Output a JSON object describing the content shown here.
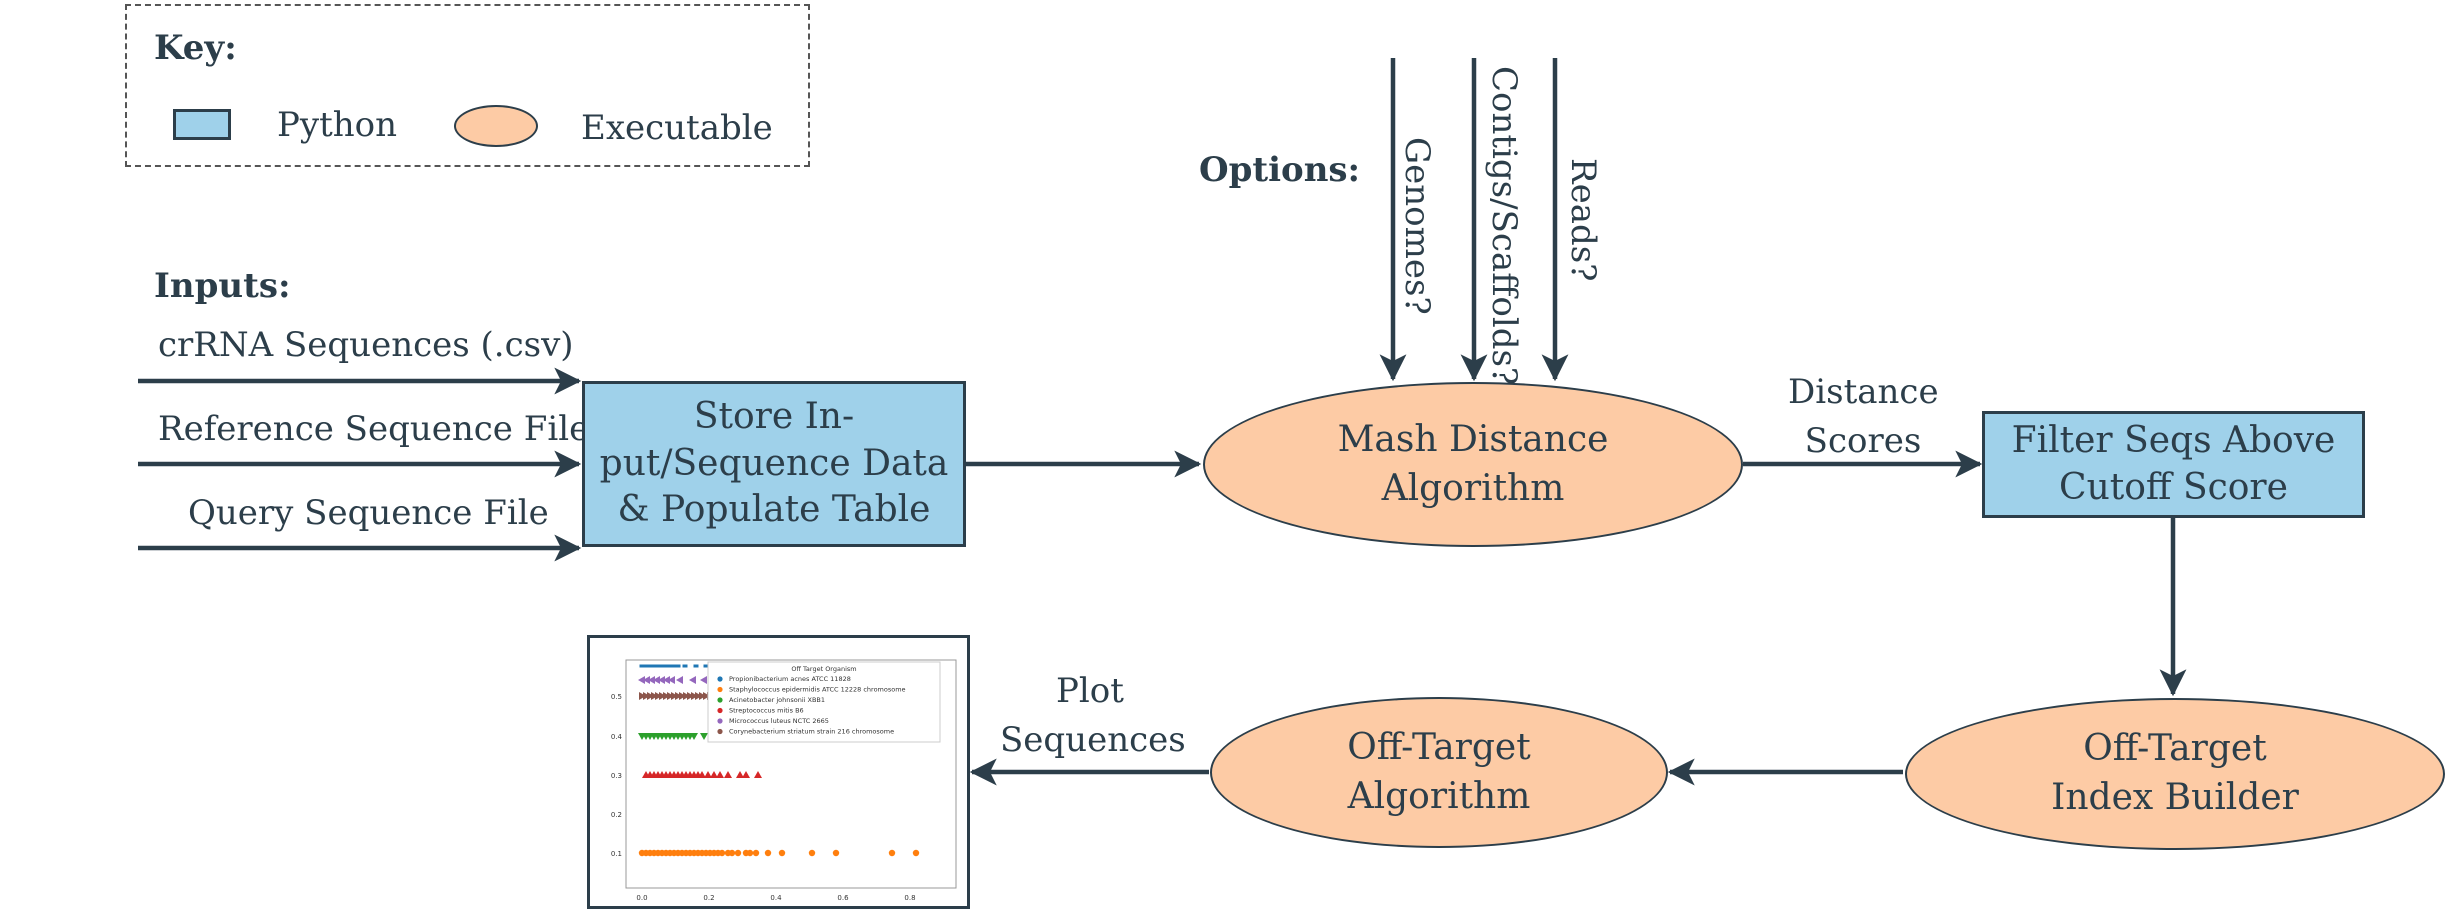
{
  "key": {
    "title": "Key:",
    "python_label": "Python",
    "executable_label": "Executable"
  },
  "inputs": {
    "title": "Inputs:",
    "items": [
      "crRNA Sequences (.csv)",
      "Reference Sequence File",
      "Query Sequence File"
    ]
  },
  "options": {
    "title": "Options:",
    "items": [
      "Genomes?",
      "Contigs/Scaffolds?",
      "Reads?"
    ]
  },
  "nodes": {
    "store": [
      "Store In-",
      "put/Sequence Data",
      "& Populate Table"
    ],
    "mash": [
      "Mash Distance",
      "Algorithm"
    ],
    "filter": [
      "Filter Seqs Above",
      "Cutoff Score"
    ],
    "index_builder": [
      "Off-Target",
      "Index Builder"
    ],
    "off_target": [
      "Off-Target",
      "Algorithm"
    ]
  },
  "edges": {
    "distance_scores": [
      "Distance",
      "Scores"
    ],
    "plot_sequences": [
      "Plot",
      "Sequences"
    ]
  },
  "colors": {
    "python": "#9fd1ea",
    "executable": "#fdcba5",
    "ink": "#2c3e4a"
  },
  "thumbnail": {
    "legend_title": "Off Target Organism",
    "legend": [
      {
        "name": "Propionibacterium acnes ATCC 11828",
        "color": "#1f77b4",
        "marker": "point"
      },
      {
        "name": "Staphylococcus epidermidis ATCC 12228 chromosome",
        "color": "#ff7f0e",
        "marker": "circle"
      },
      {
        "name": "Acinetobacter johnsonii XBB1",
        "color": "#2ca02c",
        "marker": "triangle-down"
      },
      {
        "name": "Streptococcus mitis B6",
        "color": "#d62728",
        "marker": "triangle-up"
      },
      {
        "name": "Micrococcus luteus NCTC 2665",
        "color": "#9467bd",
        "marker": "triangle-left"
      },
      {
        "name": "Corynebacterium striatum strain 216 chromosome",
        "color": "#8c564b",
        "marker": "triangle-right"
      }
    ],
    "y_ticks": [
      "0.5",
      "0.4",
      "0.3",
      "0.2",
      "0.1"
    ],
    "x_ticks": [
      "0.0",
      "0.2",
      "0.4",
      "0.6",
      "0.8"
    ]
  }
}
